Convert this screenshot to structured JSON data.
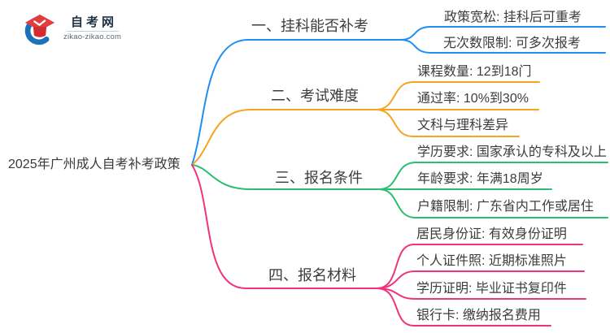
{
  "logo": {
    "site_name": "自考网",
    "site_url": "zikao-zikao.com"
  },
  "central_topic": "2025年广州成人自考补考政策",
  "branches": [
    {
      "label": "一、挂科能否补考",
      "color": "#1E8FF2",
      "children": [
        "政策宽松: 挂科后可重考",
        "无次数限制: 可多次报考"
      ]
    },
    {
      "label": "二、考试难度",
      "color": "#F7A420",
      "children": [
        "课程数量: 12到18门",
        "通过率: 10%到30%",
        "文科与理科差异"
      ]
    },
    {
      "label": "三、报名条件",
      "color": "#2BBE71",
      "children": [
        "学历要求: 国家承认的专科及以上",
        "年龄要求: 年满18周岁",
        "户籍限制: 广东省内工作或居住"
      ]
    },
    {
      "label": "四、报名材料",
      "color": "#F0337E",
      "children": [
        "居民身份证: 有效身份证明",
        "个人证件照: 近期标准照片",
        "学历证明: 毕业证书复印件",
        "银行卡: 缴纳报名费用"
      ]
    }
  ]
}
